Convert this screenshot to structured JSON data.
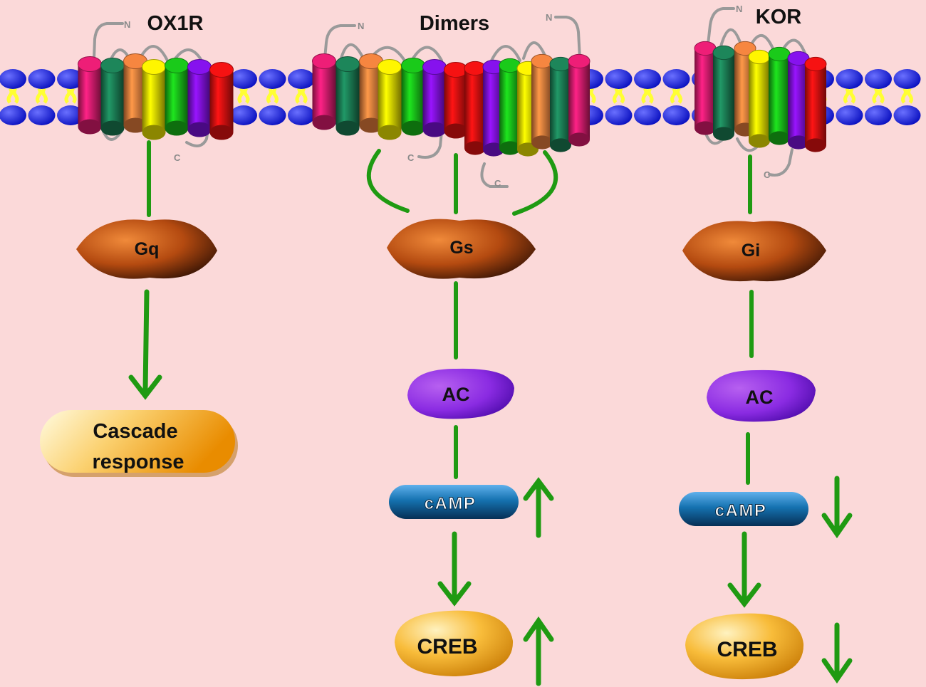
{
  "receptors": {
    "left": "OX1R",
    "middle": "Dimers",
    "right": "KOR"
  },
  "termini": {
    "n": "N",
    "c": "C"
  },
  "g_proteins": {
    "left": "Gq",
    "middle": "Gs",
    "right": "Gi"
  },
  "effectors": {
    "ac_middle": "AC",
    "ac_right": "AC",
    "camp_middle": "cAMP",
    "camp_right": "cAMP",
    "creb_middle": "CREB",
    "creb_right": "CREB",
    "cascade_line1": "Cascade",
    "cascade_line2": "response"
  },
  "regulation": {
    "middle_camp": "up",
    "middle_creb": "up",
    "right_camp": "down",
    "right_creb": "down"
  },
  "colors": {
    "background": "#fbd9d9",
    "arrow_green": "#1f9a12",
    "lipid_head": "#0a14e8",
    "lipid_tail": "#ffff33",
    "g_protein": "#c0500f",
    "ac": "#8a2be2",
    "camp": "#1565a0",
    "creb": "#f5a623",
    "loop_gray": "#9a9a9a",
    "helices": [
      "#d81b6c",
      "#1a7a52",
      "#e07a3a",
      "#e8e000",
      "#18b818",
      "#7a10d8",
      "#e01010"
    ]
  }
}
